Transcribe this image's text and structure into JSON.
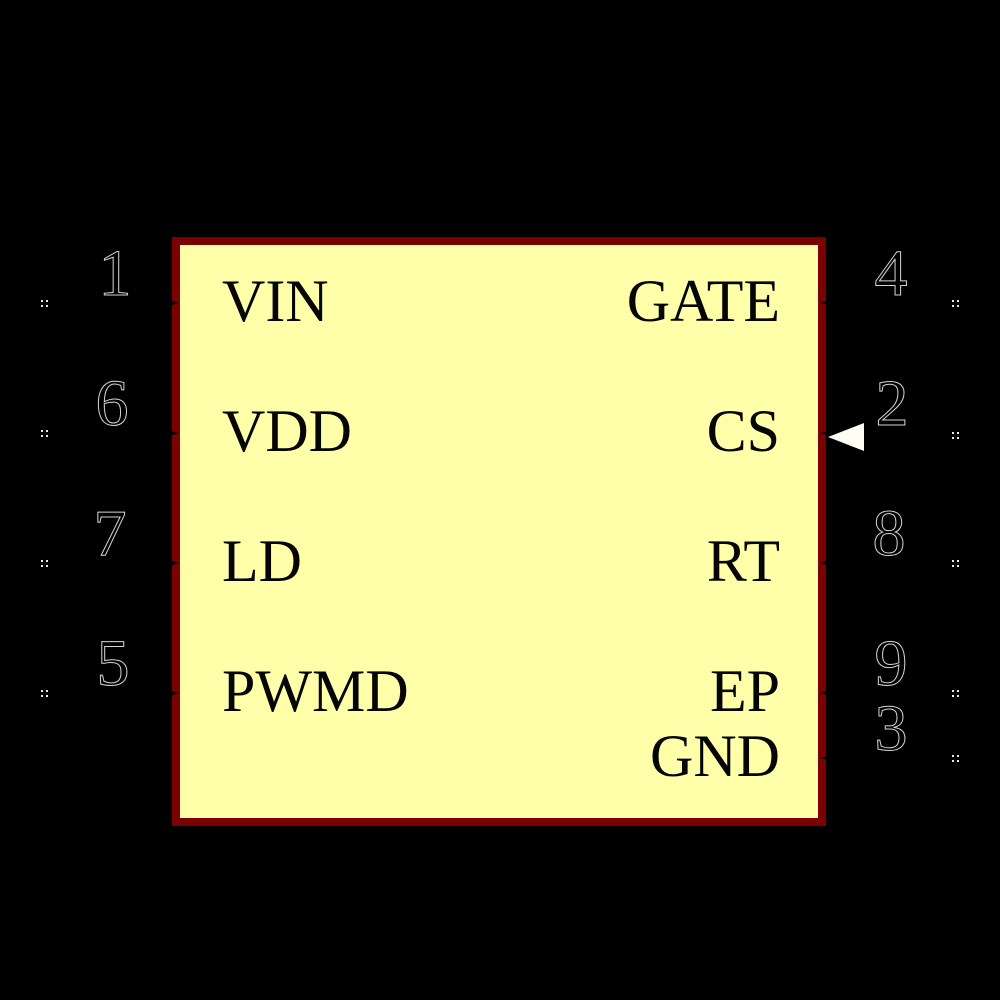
{
  "diagram": {
    "kind": "IC schematic symbol",
    "colors": {
      "background": "#000000",
      "body_fill": "#ffffaa",
      "body_border": "#7b0000",
      "label_text": "#050505",
      "pin_number_outline": "#d4d4d4",
      "cs_input_arrow": "#fffdf4"
    }
  },
  "pins": {
    "left": [
      {
        "number": "1",
        "label": "VIN"
      },
      {
        "number": "6",
        "label": "VDD"
      },
      {
        "number": "7",
        "label": "LD"
      },
      {
        "number": "5",
        "label": "PWMD"
      }
    ],
    "right": [
      {
        "number": "4",
        "label": "GATE"
      },
      {
        "number": "2",
        "label": "CS"
      },
      {
        "number": "8",
        "label": "RT"
      },
      {
        "number": "9",
        "label": "EP"
      },
      {
        "number": "3",
        "label": "GND"
      }
    ]
  }
}
